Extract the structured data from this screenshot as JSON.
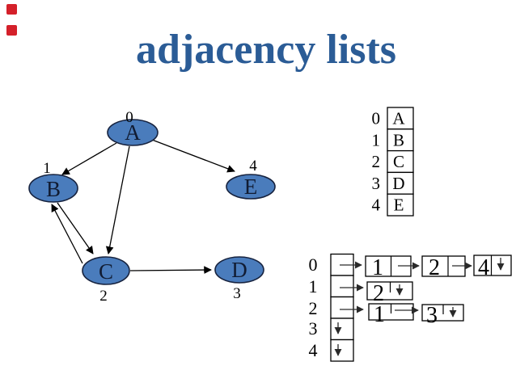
{
  "slide": {
    "title": "adjacency lists"
  },
  "decorations": {
    "red_marker_color": "#d4202a"
  },
  "colors": {
    "title_text": "#2b5c96",
    "node_fill": "#4a7cbc",
    "node_stroke": "#17233f",
    "line": "#000000"
  },
  "graph": {
    "nodes": [
      {
        "id": "A",
        "label": "A",
        "index": "0"
      },
      {
        "id": "B",
        "label": "B",
        "index": "1"
      },
      {
        "id": "C",
        "label": "C",
        "index": "2"
      },
      {
        "id": "D",
        "label": "D",
        "index": "3"
      },
      {
        "id": "E",
        "label": "E",
        "index": "4"
      }
    ],
    "edges": [
      {
        "from": "A",
        "to": "B"
      },
      {
        "from": "A",
        "to": "C"
      },
      {
        "from": "A",
        "to": "E"
      },
      {
        "from": "B",
        "to": "C"
      },
      {
        "from": "C",
        "to": "B"
      },
      {
        "from": "C",
        "to": "D"
      }
    ]
  },
  "vertex_table": {
    "rows": [
      {
        "index": "0",
        "label": "A"
      },
      {
        "index": "1",
        "label": "B"
      },
      {
        "index": "2",
        "label": "C"
      },
      {
        "index": "3",
        "label": "D"
      },
      {
        "index": "4",
        "label": "E"
      }
    ]
  },
  "adjacency_list": {
    "rows": [
      {
        "index": "0",
        "chain": [
          "1",
          "2",
          "4"
        ],
        "null_terminated": true
      },
      {
        "index": "1",
        "chain": [
          "2"
        ],
        "null_terminated": true
      },
      {
        "index": "2",
        "chain": [
          "1",
          "3"
        ],
        "null_terminated": true
      },
      {
        "index": "3",
        "chain": [],
        "null_terminated": true
      },
      {
        "index": "4",
        "chain": [],
        "null_terminated": true
      }
    ]
  }
}
